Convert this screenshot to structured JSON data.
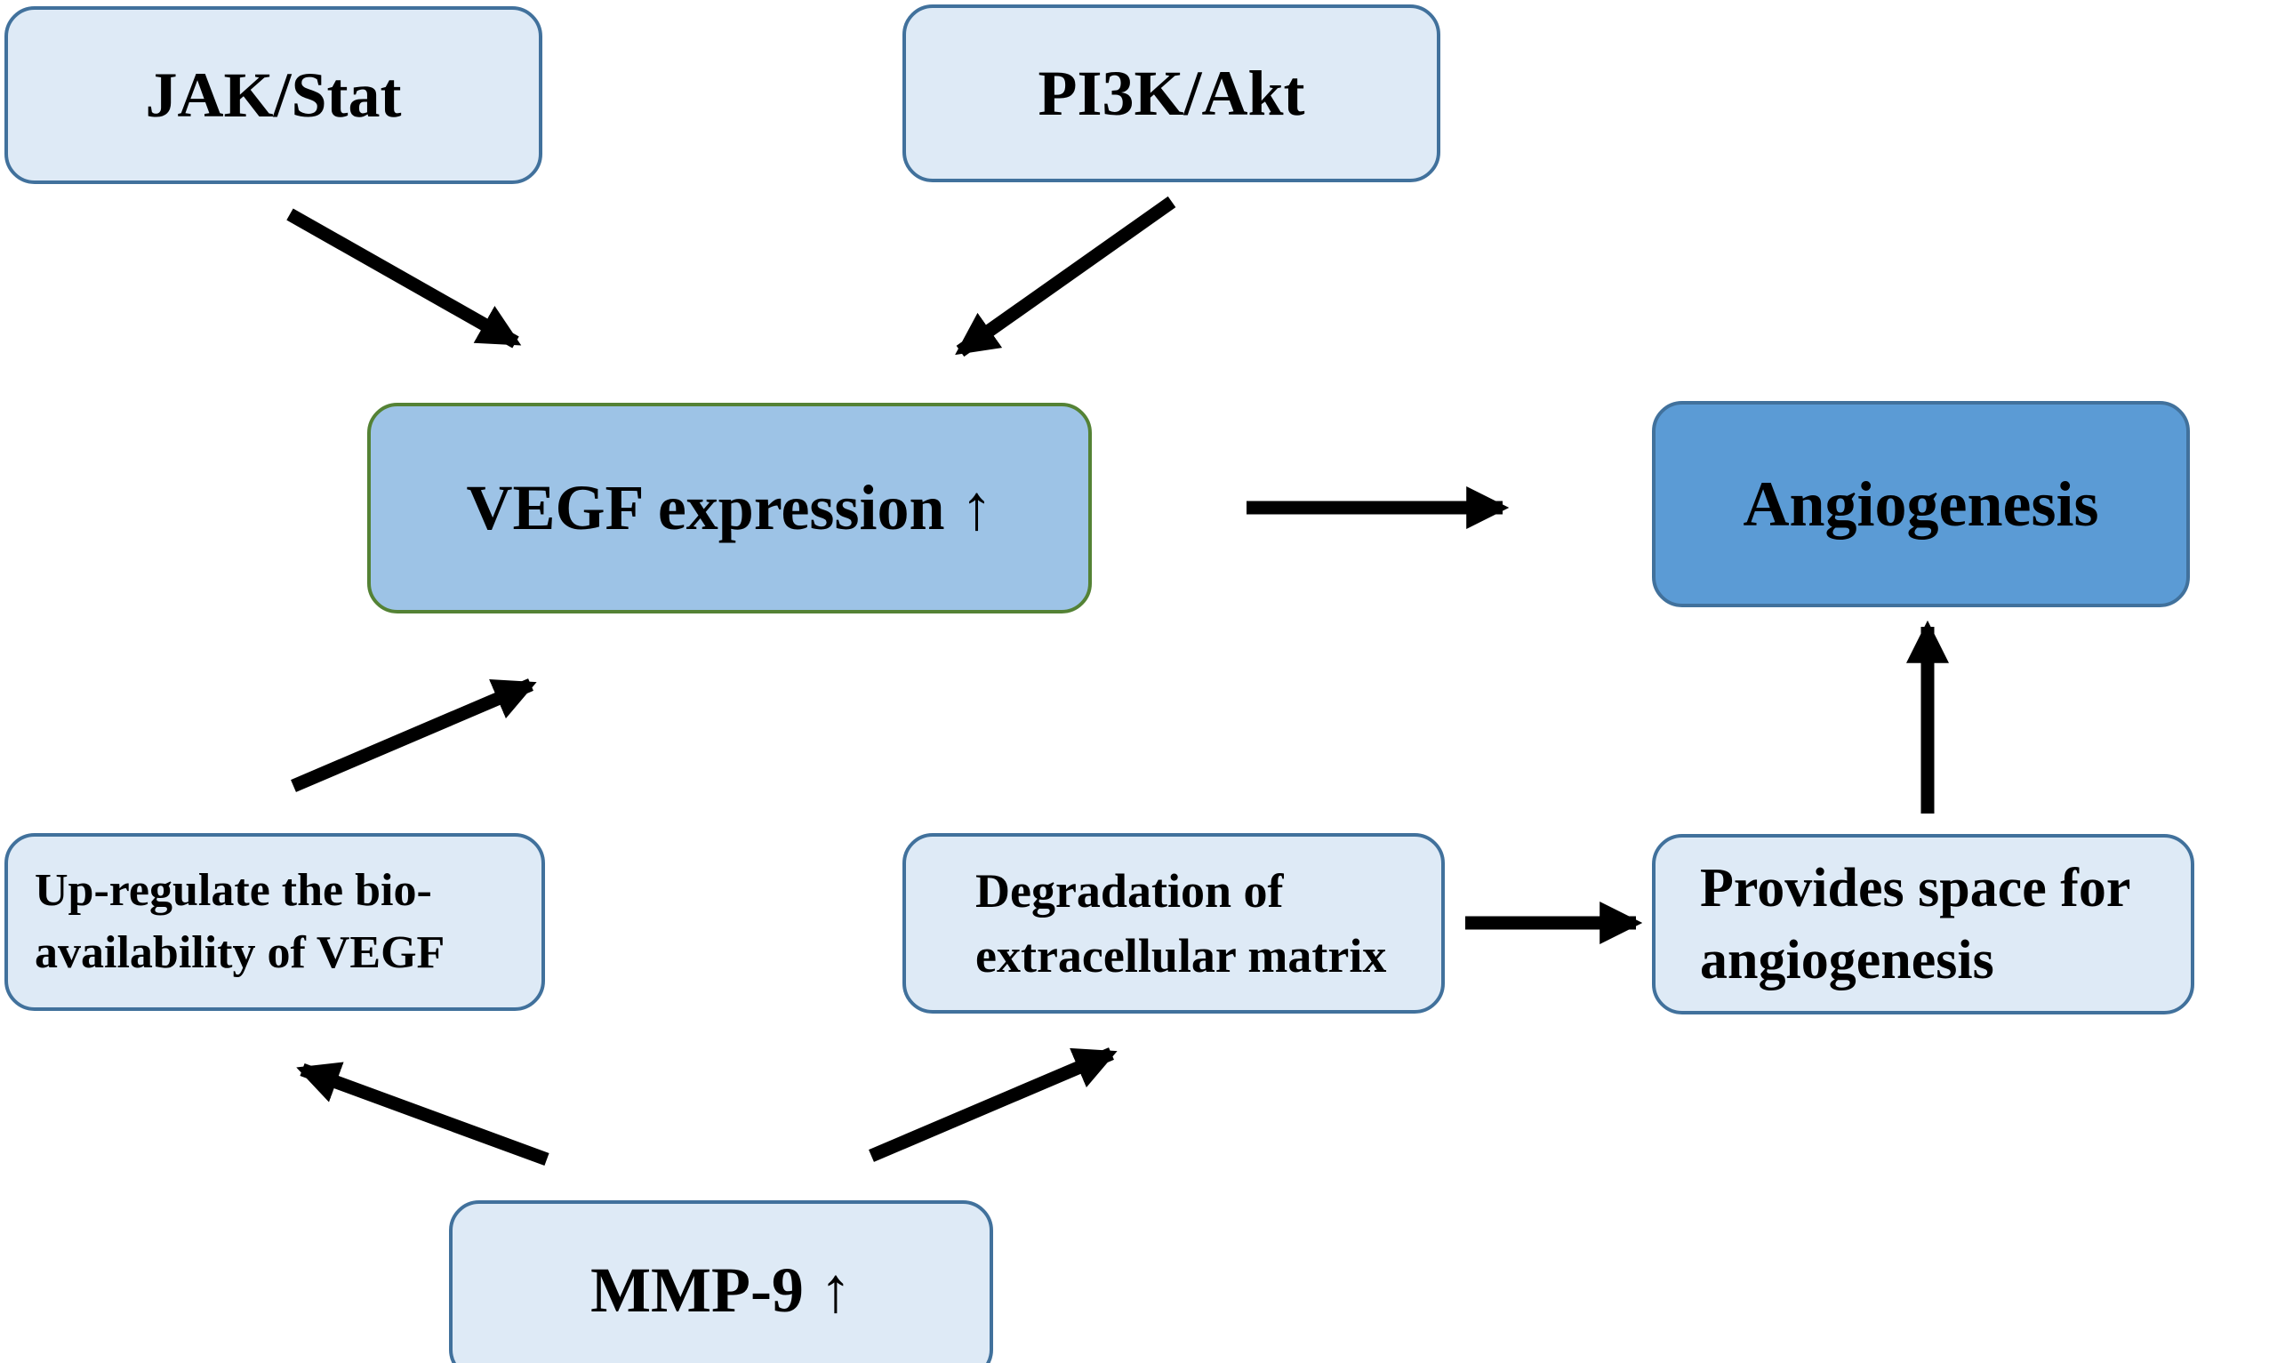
{
  "nodes": {
    "jak_stat": "JAK/Stat",
    "pi3k_akt": "PI3K/Akt",
    "vegf_expression": "VEGF expression ↑",
    "angiogenesis": "Angiogenesis",
    "bioavailability_line1": "Up-regulate the bio-",
    "bioavailability_line2": "availability  of  VEGF",
    "degradation_line1": "Degradation of",
    "degradation_line2": "extracellular matrix",
    "space_line1": "Provides space for",
    "space_line2": "angiogenesis",
    "mmp9": "MMP-9 ↑"
  },
  "colors": {
    "node_fill": "#deeaf6",
    "node_border": "#41719c",
    "vegf_fill": "#9dc3e6",
    "vegf_border": "#548235",
    "angiogenesis_fill": "#5b9bd5",
    "arrow": "#000000"
  },
  "edges": [
    {
      "from": "JAK/Stat",
      "to": "VEGF expression"
    },
    {
      "from": "PI3K/Akt",
      "to": "VEGF expression"
    },
    {
      "from": "VEGF expression",
      "to": "Angiogenesis"
    },
    {
      "from": "Up-regulate the bio-availability of VEGF",
      "to": "VEGF expression"
    },
    {
      "from": "MMP-9",
      "to": "Up-regulate the bio-availability of VEGF"
    },
    {
      "from": "MMP-9",
      "to": "Degradation of extracellular matrix"
    },
    {
      "from": "Degradation of extracellular matrix",
      "to": "Provides space for angiogenesis"
    },
    {
      "from": "Provides space for angiogenesis",
      "to": "Angiogenesis"
    }
  ]
}
